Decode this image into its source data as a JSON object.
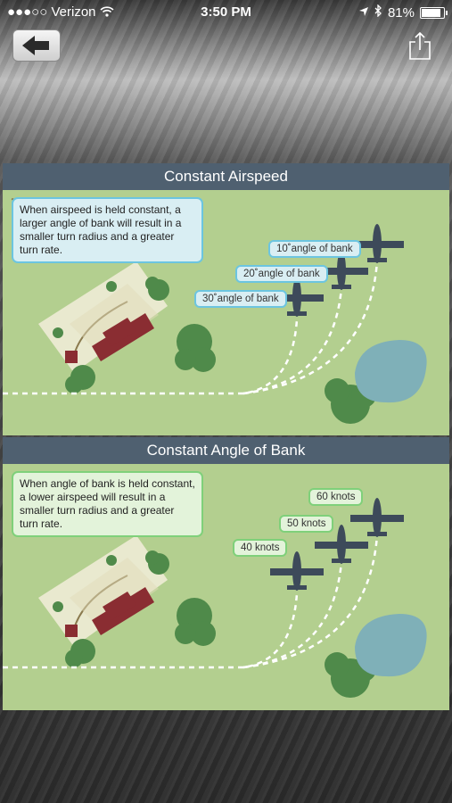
{
  "status_bar": {
    "carrier": "●●●○○ Verizon",
    "time": "3:50 PM",
    "battery": "81%",
    "battery_level": 0.81
  },
  "panels": [
    {
      "title": "Constant Airspeed",
      "callout": "When airspeed is held constant, a larger angle of bank will result in a smaller turn radius and a greater turn rate.",
      "labels": [
        "10˚angle of bank",
        "20˚angle of bank",
        "30˚angle of bank"
      ]
    },
    {
      "title": "Constant Angle of Bank",
      "callout": "When angle of bank is held constant, a lower airspeed will result in a smaller turn radius and a greater turn rate.",
      "labels": [
        "60 knots",
        "50 knots",
        "40 knots"
      ]
    }
  ],
  "colors": {
    "header": "#4f6070",
    "field": "#b3cf8f",
    "plane": "#3d4a5a",
    "lake": "#7fb0b8",
    "tree": "#4f8a4a",
    "house": "#8a2d32"
  }
}
